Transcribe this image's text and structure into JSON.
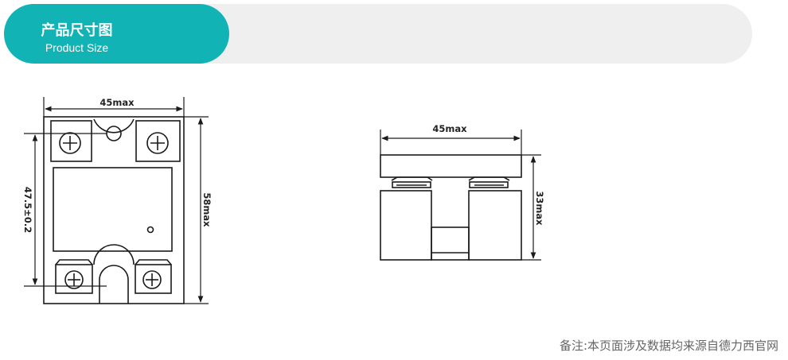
{
  "header": {
    "title": "产品尺寸图",
    "subtitle": "Product Size"
  },
  "drawings": {
    "front": {
      "width_label": "45max",
      "height_label": "58max",
      "hole_spacing_label": "47.5±0.2"
    },
    "side": {
      "width_label": "45max",
      "height_label": "33max"
    }
  },
  "footnote": "备注:本页面涉及数据均来源自德力西官网",
  "colors": {
    "accent": "#11b3b5",
    "header_bg": "#efefef",
    "line": "#1a1a1a"
  }
}
